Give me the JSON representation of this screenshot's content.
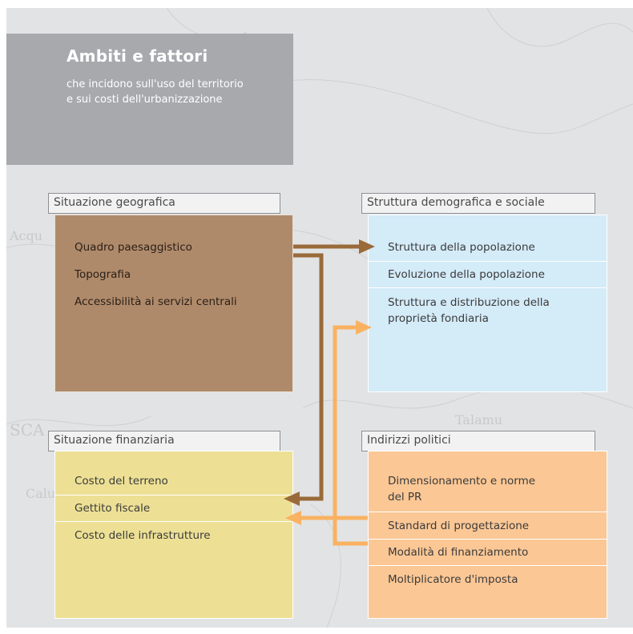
{
  "header": {
    "title": "Ambiti e fattori",
    "subtitle_line1": "che incidono sull'uso del territorio",
    "subtitle_line2": "e sui costi dell'urbanizzazione"
  },
  "boxes": {
    "geografica": {
      "label": "Situazione geografica",
      "items": [
        "Quadro paesaggistico",
        "Topografia",
        "Accessibilità ai servizi centrali"
      ]
    },
    "demografica": {
      "label": "Struttura demografica e sociale",
      "items": [
        "Struttura della popolazione",
        "Evoluzione della popolazione",
        "Struttura e distribuzione della",
        "proprietà fondiaria"
      ]
    },
    "finanziaria": {
      "label": "Situazione finanziaria",
      "items": [
        "Costo del terreno",
        "Gettito fiscale",
        "Costo delle infrastrutture"
      ]
    },
    "politici": {
      "label": "Indirizzi politici",
      "items": [
        "Dimensionamento e norme",
        "del PR",
        "Standard di progettazione",
        "Modalità di finanziamento",
        "Moltiplicatore d'imposta"
      ]
    }
  },
  "colors": {
    "brown_panel": "#af8a6a",
    "brown_arrow": "#9a6a3a",
    "blue_panel": "#d4ebf8",
    "yellow_panel": "#ede095",
    "orange_panel": "#fbc795",
    "orange_arrow": "#f9b262",
    "title_gray": "#a7a9ac"
  }
}
